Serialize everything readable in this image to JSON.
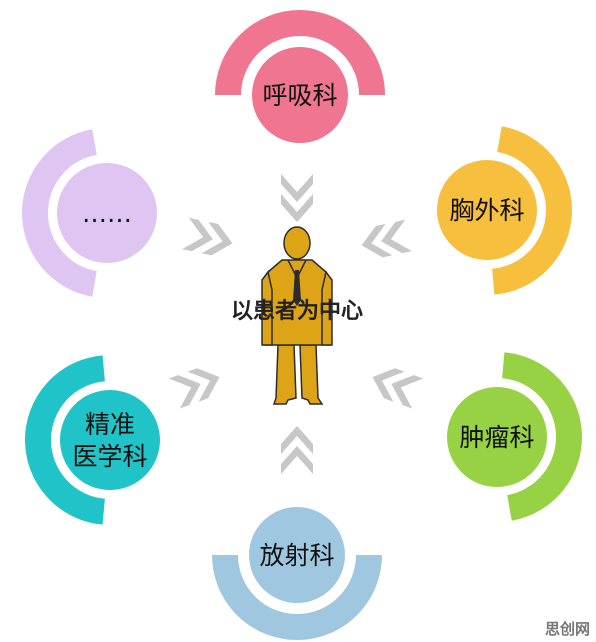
{
  "center": {
    "label": "以患者为中心"
  },
  "nodes": [
    {
      "id": "top",
      "lines": [
        "呼吸科"
      ],
      "color": "#ef7590"
    },
    {
      "id": "upper-right",
      "lines": [
        "胸外科"
      ],
      "color": "#f7bf3e"
    },
    {
      "id": "lower-right",
      "lines": [
        "肿瘤科"
      ],
      "color": "#97d144"
    },
    {
      "id": "bottom",
      "lines": [
        "放射科"
      ],
      "color": "#9fc8e0"
    },
    {
      "id": "lower-left",
      "lines": [
        "精准",
        "医学科"
      ],
      "color": "#20c4c8"
    },
    {
      "id": "upper-left",
      "lines": [
        "……"
      ],
      "color": "#dfc6f2"
    }
  ],
  "colors": {
    "chevron": "#c7c7c7",
    "person": "#dea418",
    "person_outline": "#2c2c2c"
  },
  "watermark": "思创网"
}
